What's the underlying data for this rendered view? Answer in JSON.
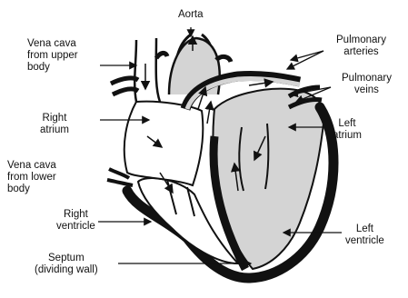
{
  "diagram": {
    "labels": {
      "aorta": "Aorta",
      "vena_cava_upper": "Vena cava\nfrom upper\nbody",
      "pulmonary_arteries": "Pulmonary\narteries",
      "pulmonary_veins": "Pulmonary\nveins",
      "right_atrium": "Right\natrium",
      "left_atrium": "Left\natrium",
      "vena_cava_lower": "Vena cava\nfrom lower\nbody",
      "right_ventricle": "Right\nventricle",
      "left_ventricle": "Left\nventricle",
      "septum": "Septum\n(dividing wall)"
    },
    "colors": {
      "ink": "#111111",
      "oxygenated_fill": "#d4d4d4",
      "deoxygenated_fill": "#ffffff"
    }
  }
}
